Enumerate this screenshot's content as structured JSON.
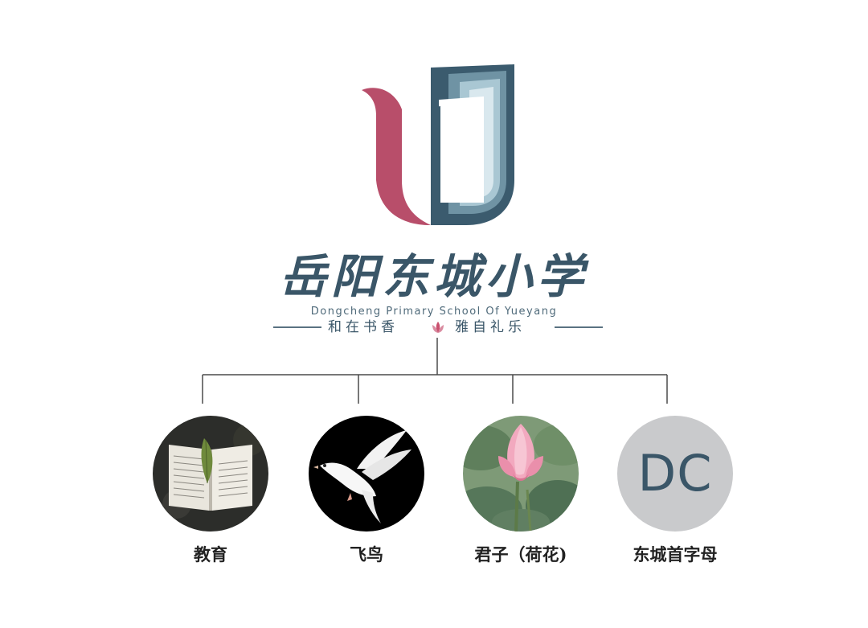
{
  "logo": {
    "school_name": "岳阳东城小学",
    "school_name_en": "Dongcheng Primary School Of Yueyang",
    "motto_left": "和在书香",
    "motto_right": "雅自礼乐",
    "colors": {
      "rose": "#b84e6a",
      "teal_dark": "#3b5b6e",
      "teal_mid": "#6f93a4",
      "teal_light": "#a9c7d3",
      "teal_pale": "#d9e8ee"
    }
  },
  "diagram": {
    "line_color": "#4a4a4a",
    "nodes": [
      {
        "label": "教育",
        "icon": "open-book-image"
      },
      {
        "label": "飞鸟",
        "icon": "white-dove-image"
      },
      {
        "label": "君子（荷花)",
        "icon": "lotus-flower-image"
      },
      {
        "label": "东城首字母",
        "icon": "dc-initials",
        "initials": "DC",
        "circle_color": "#c9cacc"
      }
    ]
  }
}
